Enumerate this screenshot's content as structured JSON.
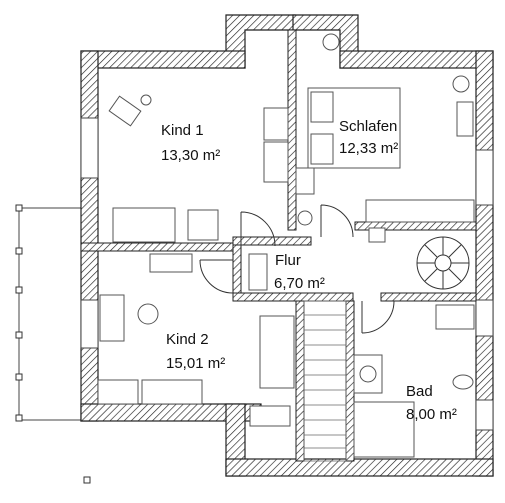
{
  "rooms": [
    {
      "id": "kind1",
      "name": "Kind 1",
      "area": "13,30 m²"
    },
    {
      "id": "schlafen",
      "name": "Schlafen",
      "area": "12,33 m²"
    },
    {
      "id": "flur",
      "name": "Flur",
      "area": "6,70 m²"
    },
    {
      "id": "kind2",
      "name": "Kind 2",
      "area": "15,01 m²"
    },
    {
      "id": "bad",
      "name": "Bad",
      "area": "8,00 m²"
    }
  ],
  "colors": {
    "wall_hatch": "#222222",
    "wall_fill": "#ffffff",
    "furniture": "#555555",
    "background": "#ffffff"
  }
}
